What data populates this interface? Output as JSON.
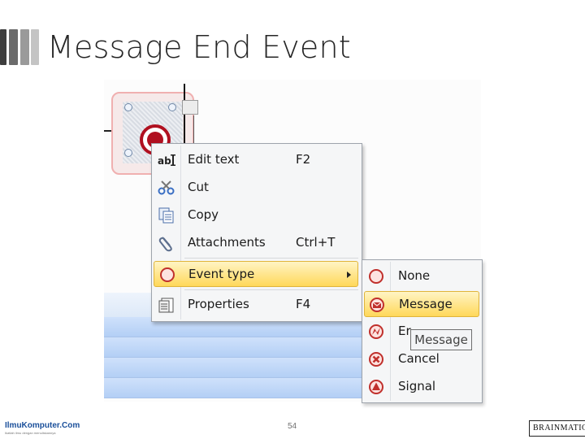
{
  "slide": {
    "title": "Message End Event",
    "page_number": "54",
    "footer_left_logo": "IlmuKomputer.Com",
    "footer_left_tagline": "Ikatlah ilmu dengan menuliskannya",
    "footer_right_logo": "BRAINMATICS"
  },
  "context_menu": {
    "items": [
      {
        "label": "Edit text",
        "shortcut": "F2",
        "icon": "edit-text-icon"
      },
      {
        "label": "Cut",
        "shortcut": "",
        "icon": "scissors-icon"
      },
      {
        "label": "Copy",
        "shortcut": "",
        "icon": "copy-icon"
      },
      {
        "label": "Attachments",
        "shortcut": "Ctrl+T",
        "icon": "paperclip-icon"
      },
      {
        "label": "Event type",
        "shortcut": "",
        "icon": "circle-icon",
        "highlighted": true,
        "has_submenu": true
      },
      {
        "label": "Properties",
        "shortcut": "F4",
        "icon": "properties-icon"
      }
    ]
  },
  "submenu": {
    "items": [
      {
        "label": "None",
        "icon": "none-event-icon"
      },
      {
        "label": "Message",
        "icon": "message-event-icon",
        "highlighted": true
      },
      {
        "label": "Er",
        "icon": "error-event-icon"
      },
      {
        "label": "Cancel",
        "icon": "cancel-event-icon"
      },
      {
        "label": "Signal",
        "icon": "signal-event-icon"
      }
    ]
  },
  "tooltip": {
    "text": "Message"
  },
  "colors": {
    "end_event": "#b01020",
    "highlight": "#ffd85a",
    "table_blue": "#b3cff5"
  }
}
